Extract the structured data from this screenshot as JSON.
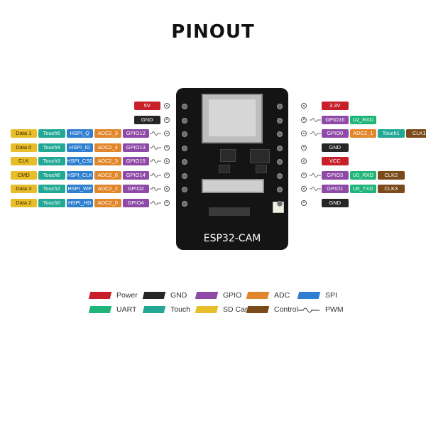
{
  "title": "PINOUT",
  "board_label": "ESP32-CAM",
  "colors": {
    "Power": "#c8202a",
    "GND": "#262626",
    "GPIO": "#8e4aa6",
    "ADC": "#e1862b",
    "SPI": "#2e7fcf",
    "UART": "#1fb478",
    "Touch": "#22a894",
    "SDCard": "#e8bd2a",
    "Control": "#7a4a1a"
  },
  "left_pins": [
    {
      "tags": [
        {
          "text": "5V",
          "type": "Power"
        }
      ],
      "pwm": false
    },
    {
      "tags": [
        {
          "text": "GND",
          "type": "GND"
        }
      ],
      "pwm": false
    },
    {
      "tags": [
        {
          "text": "Data 1",
          "type": "SDCard"
        },
        {
          "text": "Touch5",
          "type": "Touch"
        },
        {
          "text": "HSPI_Q",
          "type": "SPI"
        },
        {
          "text": "ADC2_3",
          "type": "ADC"
        },
        {
          "text": "GPIO12",
          "type": "GPIO"
        }
      ],
      "pwm": true
    },
    {
      "tags": [
        {
          "text": "Data 0",
          "type": "SDCard"
        },
        {
          "text": "Touch4",
          "type": "Touch"
        },
        {
          "text": "HSPI_ID",
          "type": "SPI"
        },
        {
          "text": "ADC2_4",
          "type": "ADC"
        },
        {
          "text": "GPIO13",
          "type": "GPIO"
        }
      ],
      "pwm": true
    },
    {
      "tags": [
        {
          "text": "CLK",
          "type": "SDCard"
        },
        {
          "text": "Touch3",
          "type": "Touch"
        },
        {
          "text": "HSPI_CS0",
          "type": "SPI"
        },
        {
          "text": "ADC2_3",
          "type": "ADC"
        },
        {
          "text": "GPIO15",
          "type": "GPIO"
        }
      ],
      "pwm": true
    },
    {
      "tags": [
        {
          "text": "CMD",
          "type": "SDCard"
        },
        {
          "text": "Touch6",
          "type": "Touch"
        },
        {
          "text": "HSPI_CLK",
          "type": "SPI"
        },
        {
          "text": "ADC2_6",
          "type": "ADC"
        },
        {
          "text": "GPIO14",
          "type": "GPIO"
        }
      ],
      "pwm": true
    },
    {
      "tags": [
        {
          "text": "Data 3",
          "type": "SDCard"
        },
        {
          "text": "Touch2",
          "type": "Touch"
        },
        {
          "text": "HSPI_WP",
          "type": "SPI"
        },
        {
          "text": "ADC2_2",
          "type": "ADC"
        },
        {
          "text": "GPIO2",
          "type": "GPIO"
        }
      ],
      "pwm": true
    },
    {
      "tags": [
        {
          "text": "Data 2",
          "type": "SDCard"
        },
        {
          "text": "Touch0",
          "type": "Touch"
        },
        {
          "text": "HSPI_HD",
          "type": "SPI"
        },
        {
          "text": "ADC2_0",
          "type": "ADC"
        },
        {
          "text": "GPIO4",
          "type": "GPIO"
        }
      ],
      "pwm": true
    }
  ],
  "right_pins": [
    {
      "tags": [
        {
          "text": "3.3V",
          "type": "Power"
        }
      ],
      "pwm": false
    },
    {
      "tags": [
        {
          "text": "GPIO16",
          "type": "GPIO"
        },
        {
          "text": "U2_RXD",
          "type": "UART"
        }
      ],
      "pwm": true
    },
    {
      "tags": [
        {
          "text": "GPIO0",
          "type": "GPIO"
        },
        {
          "text": "ADC2_1",
          "type": "ADC"
        },
        {
          "text": "Touch1",
          "type": "Touch"
        },
        {
          "text": "CLK1",
          "type": "Control"
        }
      ],
      "pwm": true
    },
    {
      "tags": [
        {
          "text": "GND",
          "type": "GND"
        }
      ],
      "pwm": false
    },
    {
      "tags": [
        {
          "text": "VCC",
          "type": "Power"
        }
      ],
      "pwm": false
    },
    {
      "tags": [
        {
          "text": "GPIO3",
          "type": "GPIO"
        },
        {
          "text": "U0_RXD",
          "type": "UART"
        },
        {
          "text": "CLK2",
          "type": "Control"
        }
      ],
      "pwm": true
    },
    {
      "tags": [
        {
          "text": "GPIO1",
          "type": "GPIO"
        },
        {
          "text": "U0_TXD",
          "type": "UART"
        },
        {
          "text": "CLK3",
          "type": "Control"
        }
      ],
      "pwm": true
    },
    {
      "tags": [
        {
          "text": "GND",
          "type": "GND"
        }
      ],
      "pwm": false
    }
  ],
  "legend": [
    {
      "label": "Power",
      "type": "Power"
    },
    {
      "label": "GND",
      "type": "GND"
    },
    {
      "label": "GPIO",
      "type": "GPIO"
    },
    {
      "label": "ADC",
      "type": "ADC"
    },
    {
      "label": "SPI",
      "type": "SPI"
    },
    {
      "label": "UART",
      "type": "UART"
    },
    {
      "label": "Touch",
      "type": "Touch"
    },
    {
      "label": "SD Card",
      "type": "SDCard"
    },
    {
      "label": "Control",
      "type": "Control"
    },
    {
      "label": "PWM",
      "type": "PWM"
    }
  ]
}
